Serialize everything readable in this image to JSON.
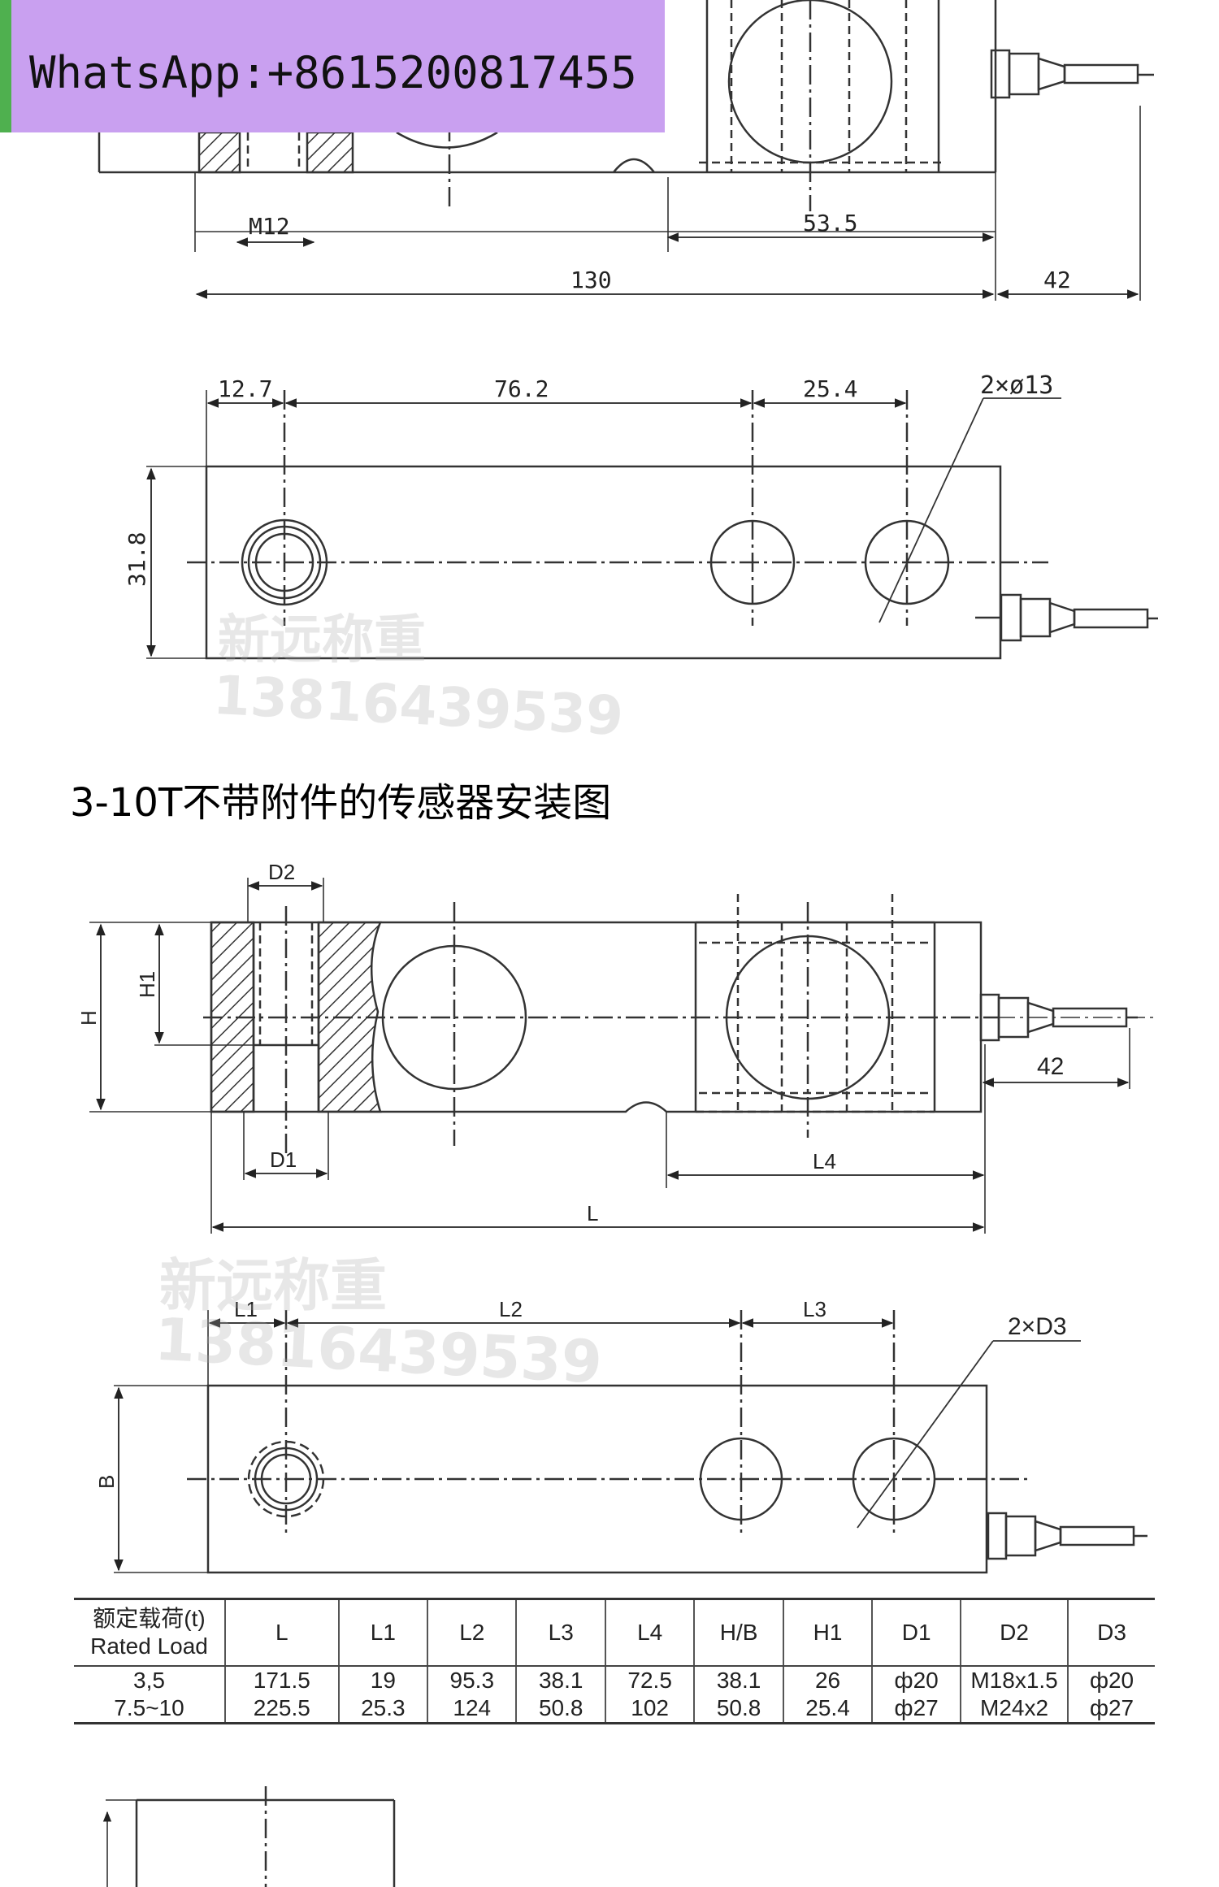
{
  "watermark_banner": {
    "text": "WhatsApp:+8615200817455"
  },
  "watermarks": {
    "brand": "新远称重",
    "phone": "13816439539"
  },
  "section_title": "3-10T不带附件的传感器安装图",
  "drawing_top": {
    "side_view": {
      "thread": "M12",
      "dim_a": "53.5",
      "dim_length": "130",
      "dim_cable": "42"
    },
    "plan_view": {
      "dim_l1": "12.7",
      "dim_l2": "76.2",
      "dim_l3": "25.4",
      "dim_width": "31.8",
      "holes": "2×ø13"
    }
  },
  "drawing_main": {
    "side_view": {
      "d2": "D2",
      "h1": "H1",
      "h": "H",
      "d1": "D1",
      "l4": "L4",
      "l": "L",
      "cable": "42"
    },
    "plan_view": {
      "l1": "L1",
      "l2": "L2",
      "l3": "L3",
      "b": "B",
      "holes": "2×D3"
    }
  },
  "spec_table": {
    "header_first_line1": "额定载荷(t)",
    "header_first_line2": "Rated Load",
    "columns": [
      "L",
      "L1",
      "L2",
      "L3",
      "L4",
      "H/B",
      "H1",
      "D1",
      "D2",
      "D3"
    ],
    "rows": [
      [
        "3,5",
        "171.5",
        "19",
        "95.3",
        "38.1",
        "72.5",
        "38.1",
        "26",
        "ф20",
        "M18x1.5",
        "ф20"
      ],
      [
        "7.5~10",
        "225.5",
        "25.3",
        "124",
        "50.8",
        "102",
        "50.8",
        "25.4",
        "ф27",
        "M24x2",
        "ф27"
      ]
    ]
  }
}
